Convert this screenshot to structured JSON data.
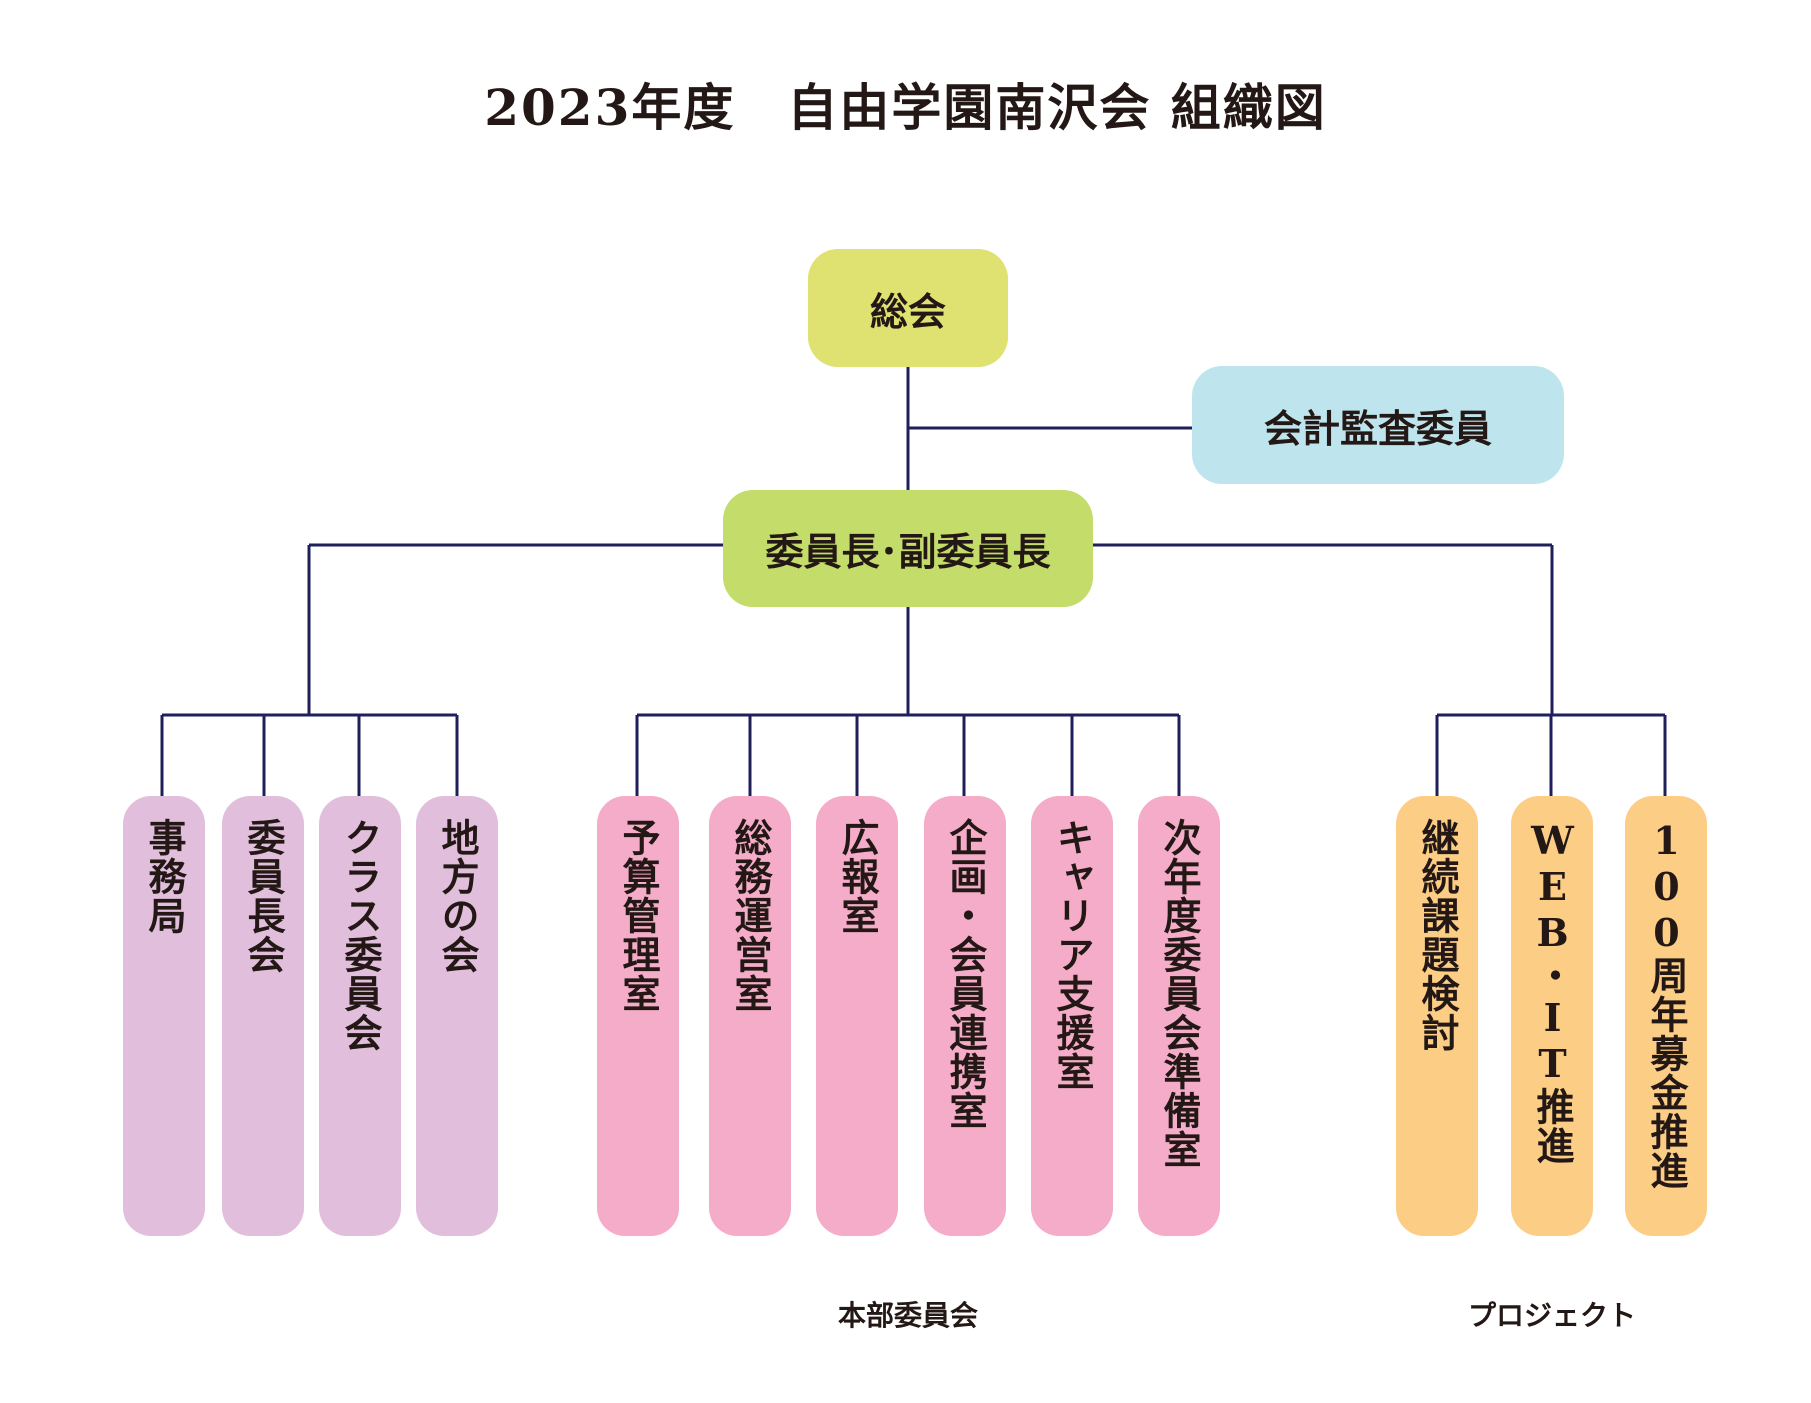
{
  "title": "2023年度　自由学園南沢会 組織図",
  "colors": {
    "line": "#1f1f5c",
    "general_meeting": "#dfe170",
    "auditor": "#bee5ed",
    "chair": "#c3dc6a",
    "left_branch": "#e0bedc",
    "headquarters": "#f4acc8",
    "project": "#fccd85"
  },
  "top": {
    "general_meeting": "総会",
    "auditor": "会計監査委員",
    "chair": "委員長･副委員長"
  },
  "left_branch": [
    "事務局",
    "委員長会",
    "クラス委員会",
    "地方の会"
  ],
  "headquarters": {
    "label": "本部委員会",
    "items": [
      "予算管理室",
      "総務運営室",
      "広報室",
      "企画・会員連携室",
      "キャリア支援室",
      "次年度委員会準備室"
    ]
  },
  "project": {
    "label": "プロジェクト",
    "items": [
      "継続課題検討",
      "WEB・IT推進",
      "100周年募金推進"
    ]
  }
}
